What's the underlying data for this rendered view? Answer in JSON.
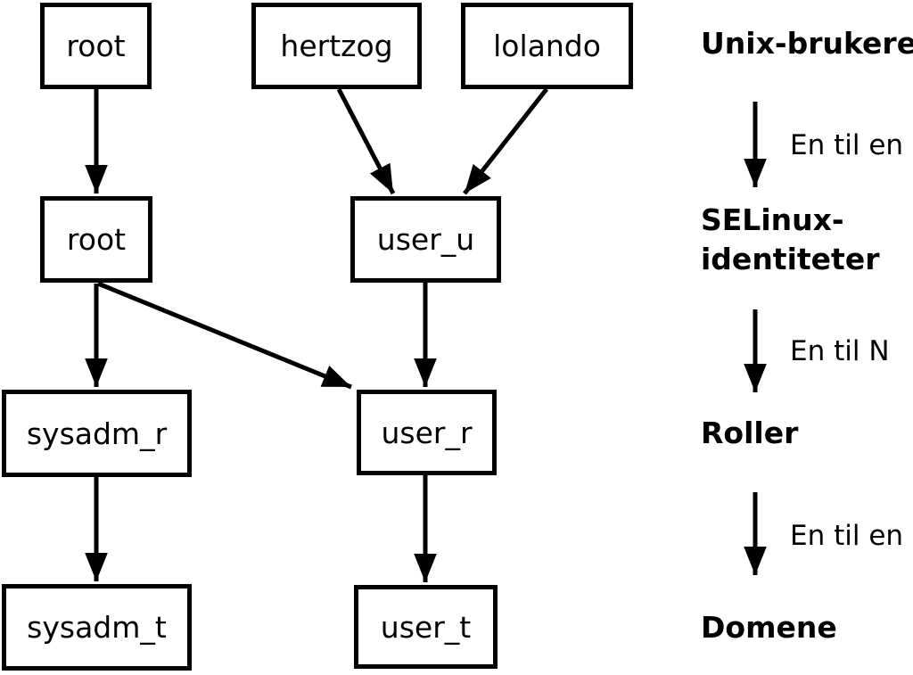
{
  "nodes": {
    "unix": [
      {
        "label": "root"
      },
      {
        "label": "hertzog"
      },
      {
        "label": "lolando"
      }
    ],
    "selinux": [
      {
        "label": "root"
      },
      {
        "label": "user_u"
      }
    ],
    "roles": [
      {
        "label": "sysadm_r"
      },
      {
        "label": "user_r"
      }
    ],
    "domains": [
      {
        "label": "sysadm_t"
      },
      {
        "label": "user_t"
      }
    ]
  },
  "legend": {
    "unix_users_label": "Unix-brukere",
    "arrow_unix_selinux_label": "En til en",
    "selinux_label_line1": "SELinux-",
    "selinux_label_line2": "identiteter",
    "arrow_selinux_roles_label": "En til N",
    "roles_label": "Roller",
    "arrow_roles_domains_label": "En til en",
    "domains_label": "Domene"
  },
  "colors": {
    "line": "#000000",
    "box_fill": "#ffffff",
    "background": "#ffffff"
  }
}
